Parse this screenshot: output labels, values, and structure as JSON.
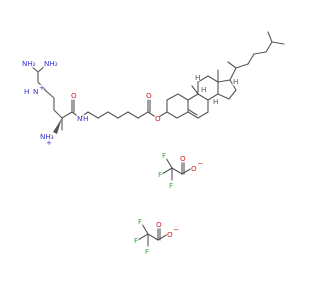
{
  "molecule": {
    "colors": {
      "bond": "#555555",
      "carbon": "#555555",
      "nitrogen": "#3333cc",
      "oxygen": "#cc2222",
      "fluorine": "#33aa33",
      "hydrogen": "#555555"
    },
    "atom_labels": {
      "nh2_a": "NH₂",
      "nh2_b": "NH₂",
      "nh_plus": "N",
      "nh_plus_h": "H",
      "plus": "+",
      "nh3": "NH₃",
      "nh3_plus": "+",
      "amide_o": "O",
      "amide_n": "N",
      "amide_h": "H",
      "ester_o_carbonyl": "O",
      "ester_o": "O",
      "h_8": "H",
      "h_9": "H",
      "h_14": "H",
      "h_17": "H"
    },
    "tfa": [
      {
        "f1": "F",
        "f2": "F",
        "f3": "F",
        "o_double": "O",
        "o_minus": "O",
        "minus": "−"
      },
      {
        "f1": "F",
        "f2": "F",
        "f3": "F",
        "o_double": "O",
        "o_minus": "O",
        "minus": "−"
      }
    ]
  }
}
